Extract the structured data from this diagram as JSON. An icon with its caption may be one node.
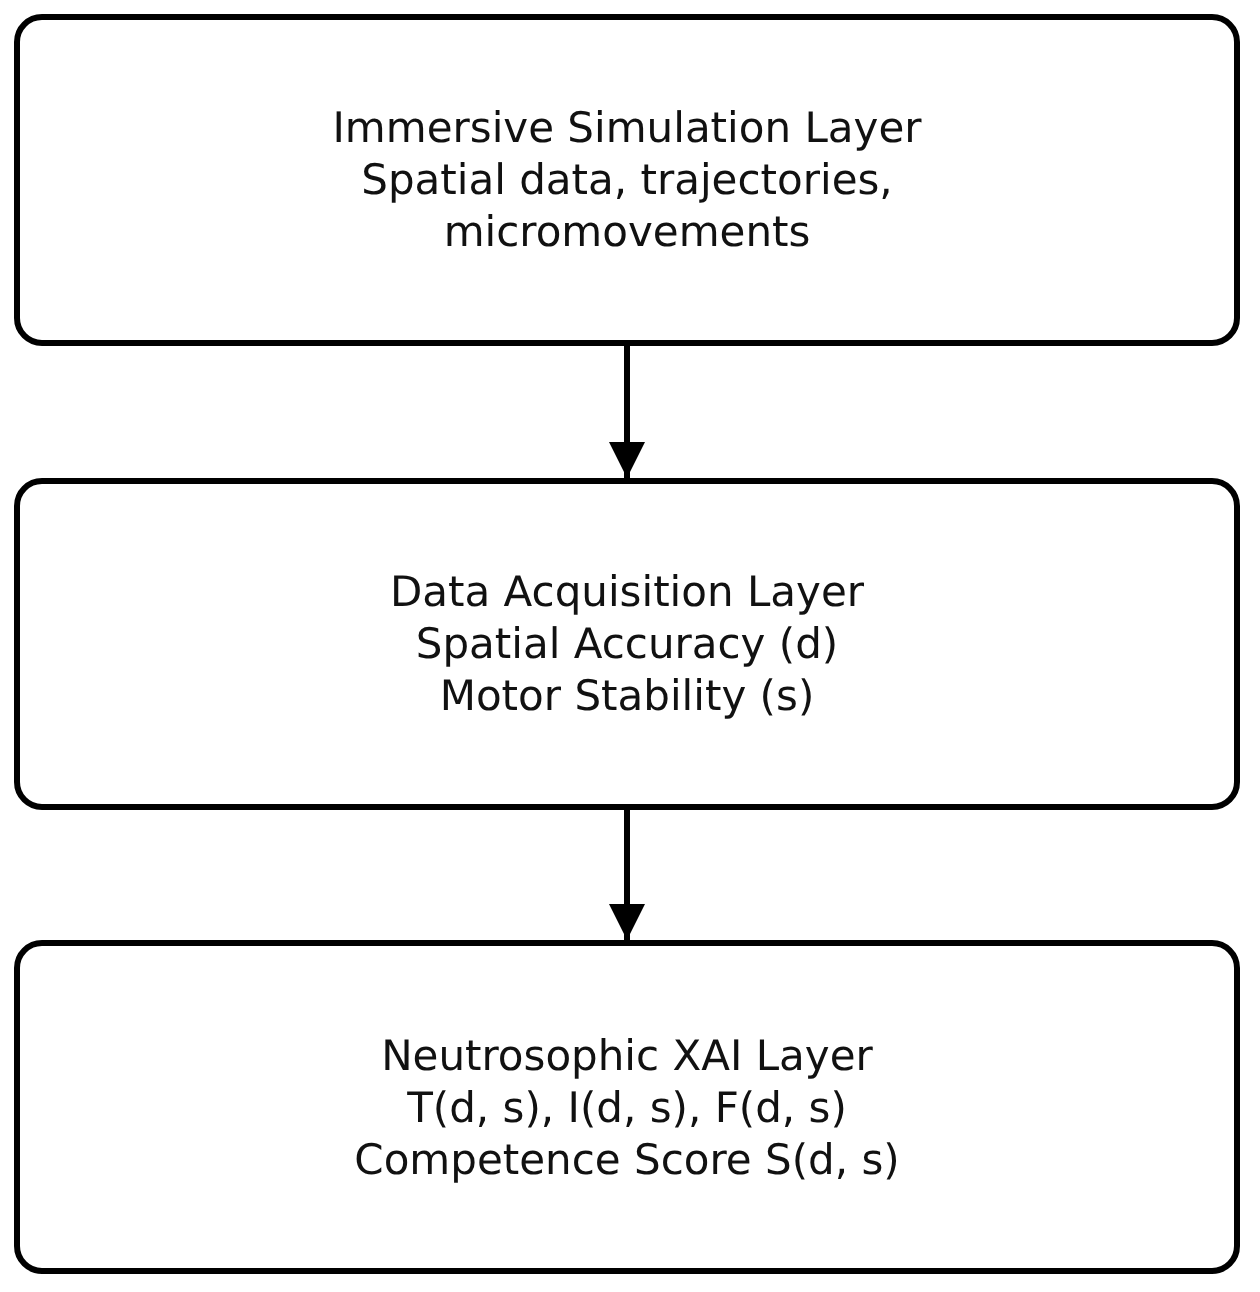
{
  "diagram": {
    "nodes": [
      {
        "text": [
          "Immersive Simulation Layer",
          "Spatial data, trajectories, micromovements"
        ]
      },
      {
        "text": [
          "Data Acquisition Layer",
          "Spatial Accuracy (d)",
          "Motor Stability (s)"
        ]
      },
      {
        "text": [
          "Neutrosophic XAI Layer",
          "T(d, s), I(d, s), F(d, s)",
          "Competence Score S(d, s)"
        ]
      }
    ],
    "edges": [
      {
        "from": 0,
        "to": 1,
        "arrow": "to"
      },
      {
        "from": 1,
        "to": 2,
        "arrow": "to"
      }
    ]
  }
}
